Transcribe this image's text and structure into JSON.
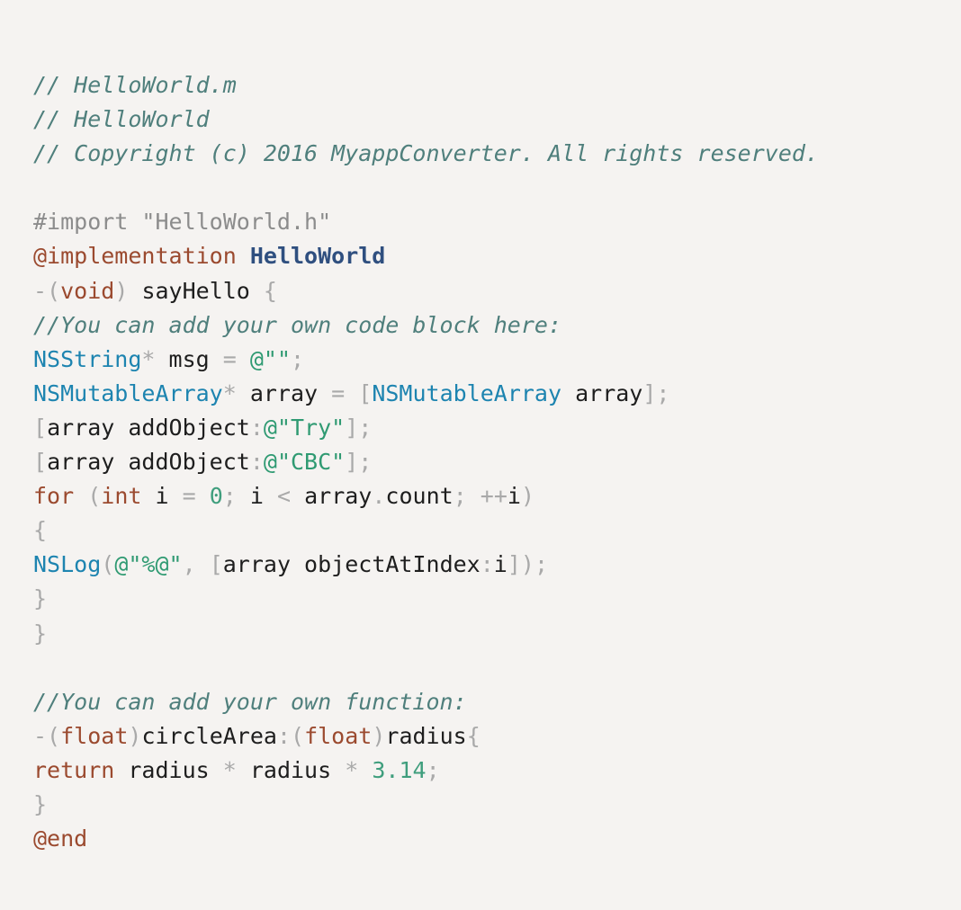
{
  "code_lines": [
    [
      {
        "t": "// HelloWorld.m",
        "c": "comment"
      }
    ],
    [
      {
        "t": "// HelloWorld",
        "c": "comment"
      }
    ],
    [
      {
        "t": "// Copyright (c) 2016 MyappConverter. All rights reserved.",
        "c": "comment"
      }
    ],
    [],
    [
      {
        "t": "#import \"HelloWorld.h\"",
        "c": "pre"
      }
    ],
    [
      {
        "t": "@implementation",
        "c": "kw"
      },
      {
        "t": " ",
        "c": "id"
      },
      {
        "t": "HelloWorld",
        "c": "cls"
      }
    ],
    [
      {
        "t": "-(",
        "c": "punc"
      },
      {
        "t": "void",
        "c": "kw"
      },
      {
        "t": ") ",
        "c": "punc"
      },
      {
        "t": "sayHello",
        "c": "id"
      },
      {
        "t": " {",
        "c": "punc"
      }
    ],
    [
      {
        "t": "//You can add your own code block here:",
        "c": "comment"
      }
    ],
    [
      {
        "t": "NSString",
        "c": "type"
      },
      {
        "t": "* ",
        "c": "punc"
      },
      {
        "t": "msg",
        "c": "id"
      },
      {
        "t": " = ",
        "c": "punc"
      },
      {
        "t": "@\"\"",
        "c": "str"
      },
      {
        "t": ";",
        "c": "punc"
      }
    ],
    [
      {
        "t": "NSMutableArray",
        "c": "type"
      },
      {
        "t": "* ",
        "c": "punc"
      },
      {
        "t": "array",
        "c": "id"
      },
      {
        "t": " = [",
        "c": "punc"
      },
      {
        "t": "NSMutableArray",
        "c": "type"
      },
      {
        "t": " ",
        "c": "id"
      },
      {
        "t": "array",
        "c": "id"
      },
      {
        "t": "];",
        "c": "punc"
      }
    ],
    [
      {
        "t": "[",
        "c": "punc"
      },
      {
        "t": "array addObject",
        "c": "id"
      },
      {
        "t": ":",
        "c": "punc"
      },
      {
        "t": "@\"Try\"",
        "c": "str"
      },
      {
        "t": "];",
        "c": "punc"
      }
    ],
    [
      {
        "t": "[",
        "c": "punc"
      },
      {
        "t": "array addObject",
        "c": "id"
      },
      {
        "t": ":",
        "c": "punc"
      },
      {
        "t": "@\"CBC\"",
        "c": "str"
      },
      {
        "t": "];",
        "c": "punc"
      }
    ],
    [
      {
        "t": "for",
        "c": "kw"
      },
      {
        "t": " (",
        "c": "punc"
      },
      {
        "t": "int",
        "c": "kw"
      },
      {
        "t": " i ",
        "c": "id"
      },
      {
        "t": "=",
        "c": "punc"
      },
      {
        "t": " ",
        "c": "id"
      },
      {
        "t": "0",
        "c": "num"
      },
      {
        "t": "; ",
        "c": "punc"
      },
      {
        "t": "i ",
        "c": "id"
      },
      {
        "t": "<",
        "c": "punc"
      },
      {
        "t": " array",
        "c": "id"
      },
      {
        "t": ".",
        "c": "punc"
      },
      {
        "t": "count",
        "c": "id"
      },
      {
        "t": "; ++",
        "c": "punc"
      },
      {
        "t": "i",
        "c": "id"
      },
      {
        "t": ")",
        "c": "punc"
      }
    ],
    [
      {
        "t": "{",
        "c": "punc"
      }
    ],
    [
      {
        "t": "NSLog",
        "c": "type"
      },
      {
        "t": "(",
        "c": "punc"
      },
      {
        "t": "@\"%@\"",
        "c": "str"
      },
      {
        "t": ", [",
        "c": "punc"
      },
      {
        "t": "array objectAtIndex",
        "c": "id"
      },
      {
        "t": ":",
        "c": "punc"
      },
      {
        "t": "i",
        "c": "id"
      },
      {
        "t": "]);",
        "c": "punc"
      }
    ],
    [
      {
        "t": "}",
        "c": "punc"
      }
    ],
    [
      {
        "t": "}",
        "c": "punc"
      }
    ],
    [],
    [
      {
        "t": "//You can add your own function:",
        "c": "comment"
      }
    ],
    [
      {
        "t": "-(",
        "c": "punc"
      },
      {
        "t": "float",
        "c": "kw"
      },
      {
        "t": ")",
        "c": "punc"
      },
      {
        "t": "circleArea",
        "c": "id"
      },
      {
        "t": ":(",
        "c": "punc"
      },
      {
        "t": "float",
        "c": "kw"
      },
      {
        "t": ")",
        "c": "punc"
      },
      {
        "t": "radius",
        "c": "id"
      },
      {
        "t": "{",
        "c": "punc"
      }
    ],
    [
      {
        "t": "return",
        "c": "kw"
      },
      {
        "t": " radius ",
        "c": "id"
      },
      {
        "t": "*",
        "c": "punc"
      },
      {
        "t": " radius ",
        "c": "id"
      },
      {
        "t": "*",
        "c": "punc"
      },
      {
        "t": " ",
        "c": "id"
      },
      {
        "t": "3.14",
        "c": "num"
      },
      {
        "t": ";",
        "c": "punc"
      }
    ],
    [
      {
        "t": "}",
        "c": "punc"
      }
    ],
    [
      {
        "t": "@end",
        "c": "kw"
      }
    ]
  ],
  "colors": {
    "background": "#f5f3f1",
    "comment": "#4f7f7c",
    "keyword": "#9b4a2f",
    "class": "#2f4f7f",
    "type": "#1d84b0",
    "string": "#2f9a72",
    "number": "#3f9e7d",
    "punctuation": "#a9a9a9",
    "preprocessor": "#8c8c8c",
    "identifier": "#1e1e1e"
  }
}
